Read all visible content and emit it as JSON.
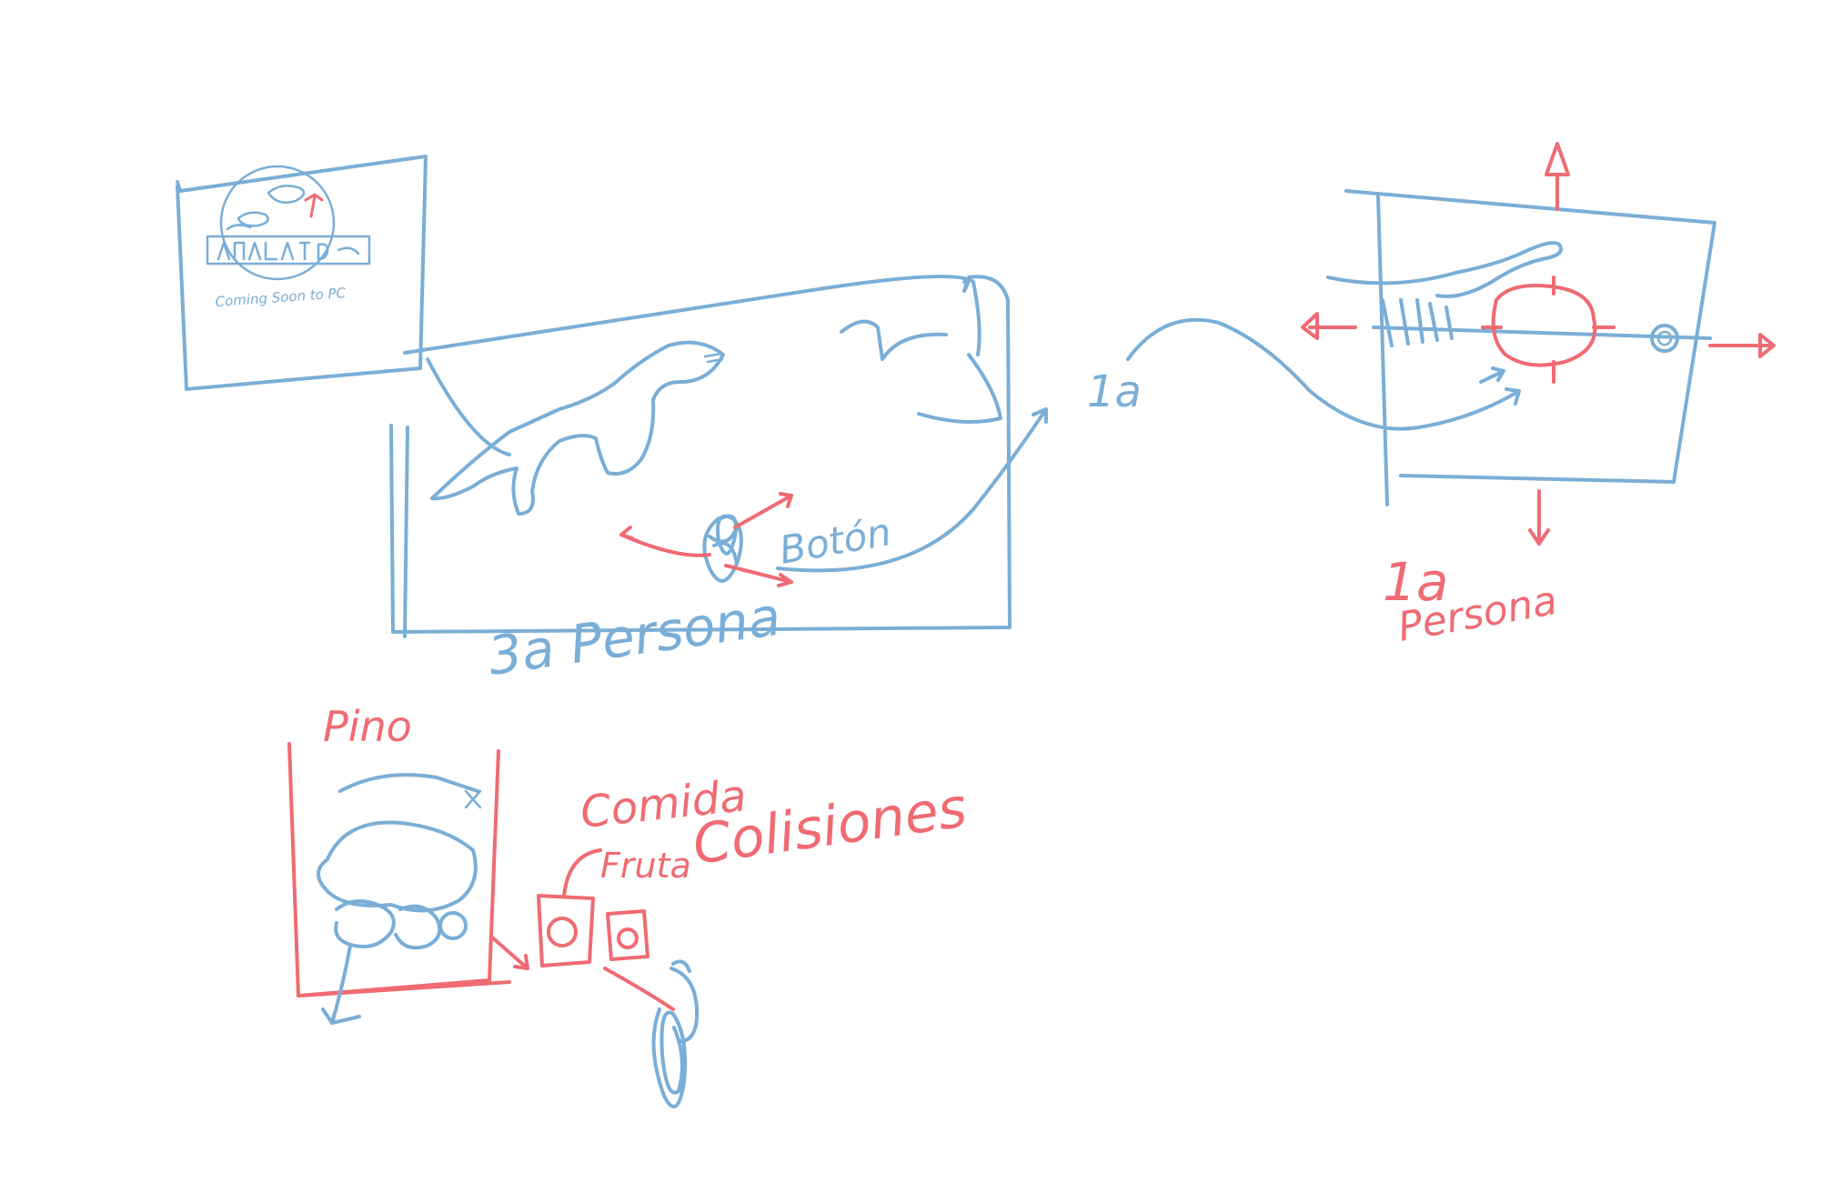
{
  "colors": {
    "blue_ink": "#7aaed6",
    "red_ink": "#ef6b73",
    "background": "#ffffff"
  },
  "sketch_1_title_screen": {
    "caption": "Coming Soon to PC"
  },
  "sketch_2_third_person": {
    "view_label": "3a Persona",
    "button_label": "Botón",
    "transition_label": "1a"
  },
  "sketch_3_first_person": {
    "view_label_line1": "1a",
    "view_label_line2": "Persona"
  },
  "sketch_4_objects": {
    "tree_label": "Pino",
    "food_label": "Comida",
    "fruit_label": "Fruta",
    "collision_label": "Colisiones"
  }
}
